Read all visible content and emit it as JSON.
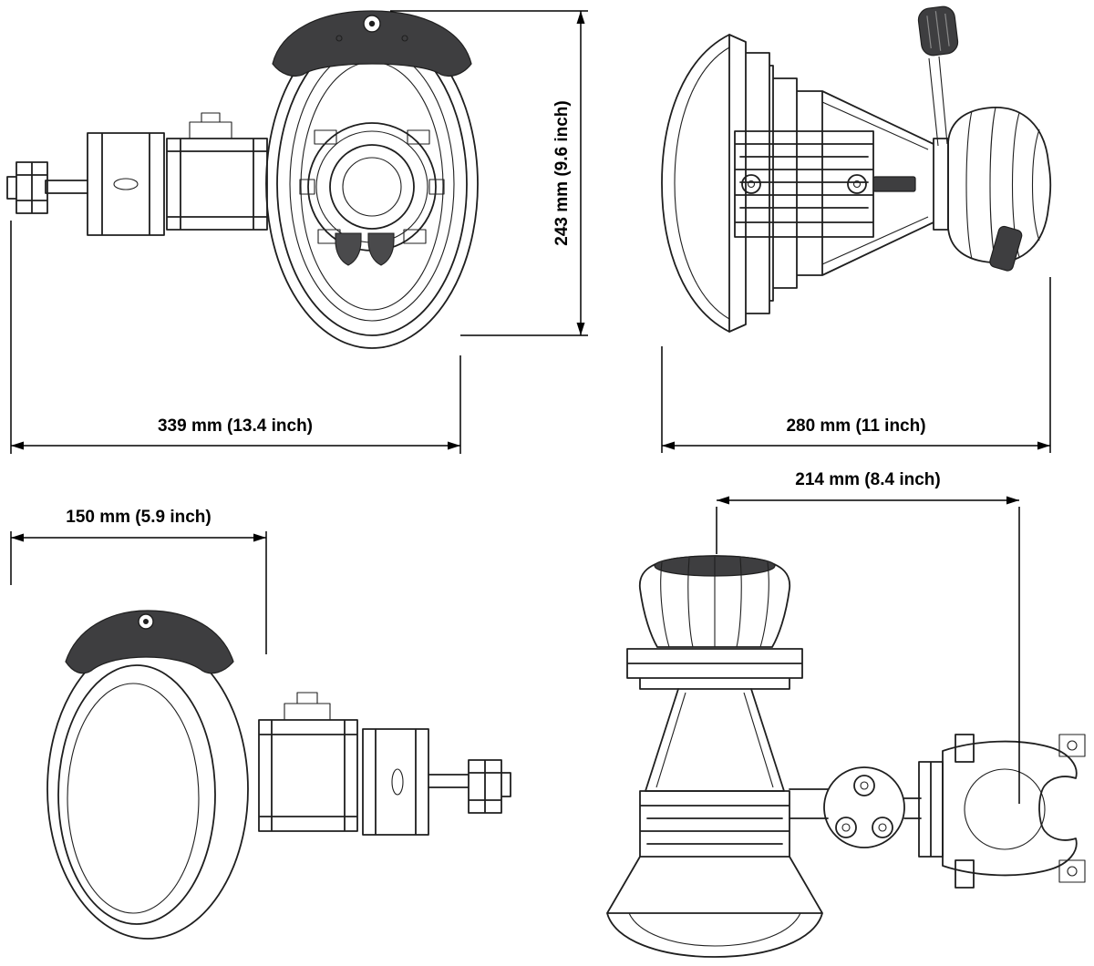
{
  "drawing": {
    "type": "technical-dimension-drawing",
    "background_color": "#ffffff",
    "line_color": "#1f1f1f",
    "accent_fill": "#3e3e40",
    "views": {
      "front": {
        "width_label": "339 mm (13.4 inch)",
        "height_label": "243 mm (9.6 inch)"
      },
      "side": {
        "depth_label": "280 mm (11 inch)"
      },
      "top": {
        "width_label": "150 mm (5.9 inch)"
      },
      "rear": {
        "offset_label": "214 mm (8.4 inch)"
      }
    }
  }
}
